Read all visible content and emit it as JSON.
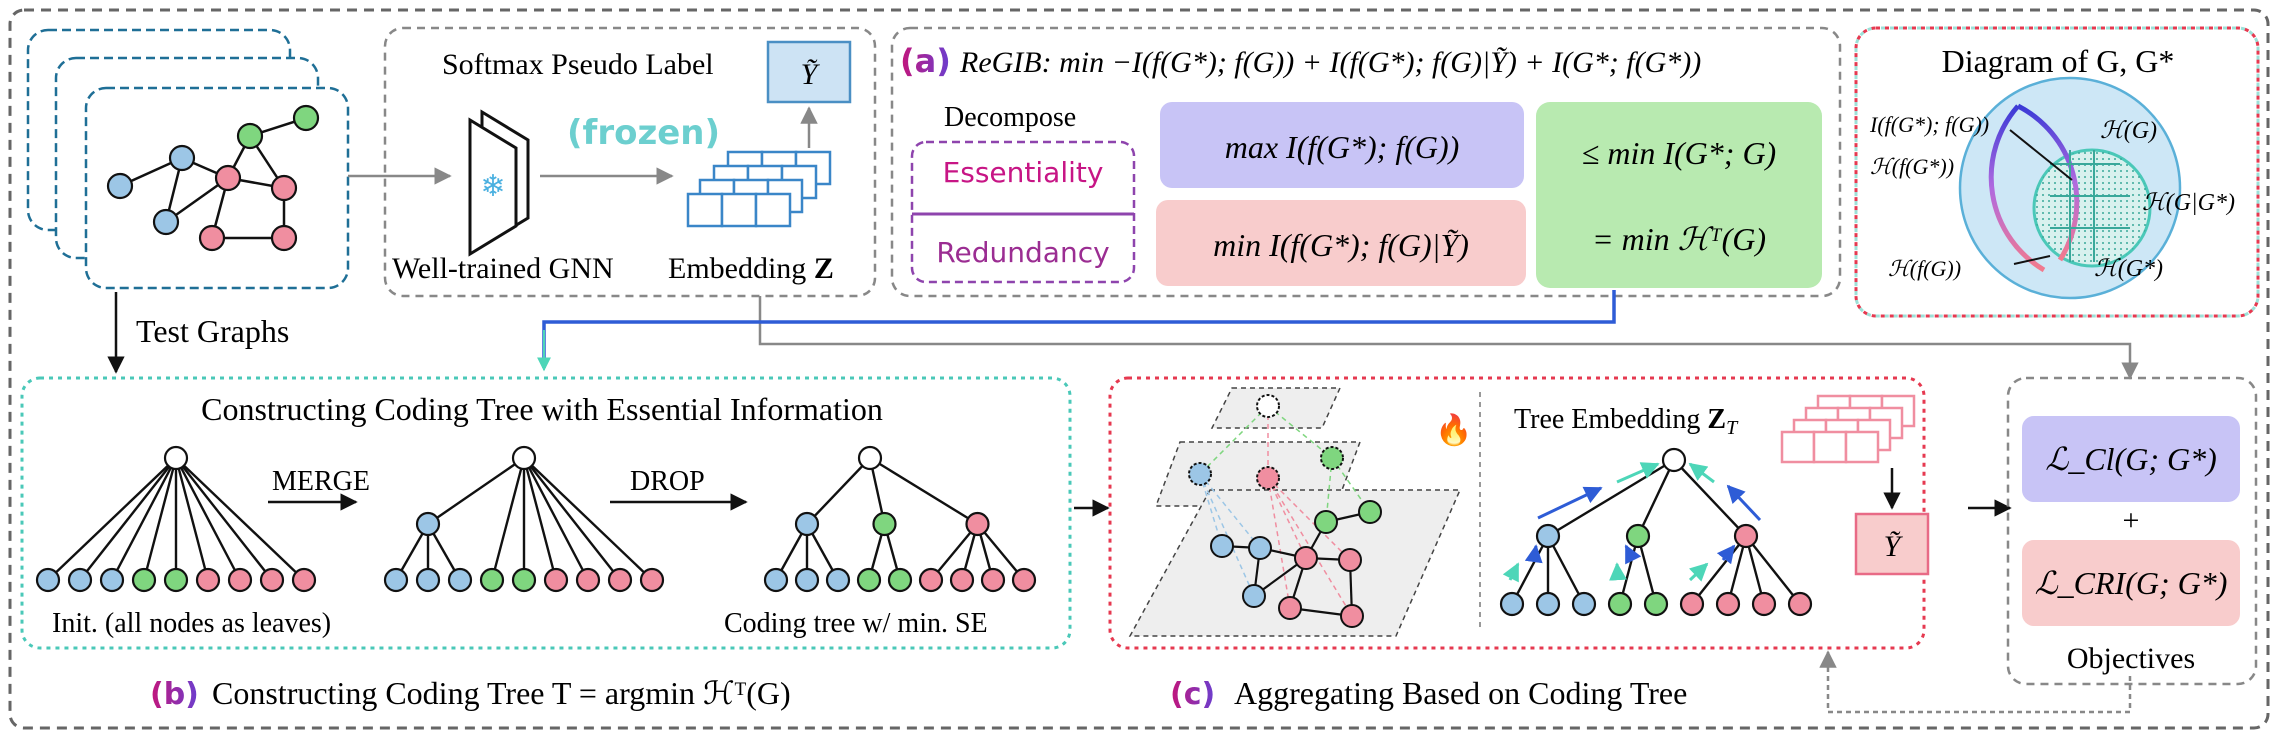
{
  "colors": {
    "teal": "#4ac8b8",
    "blue_node": "#9cc6e6",
    "green_node": "#7fd67f",
    "pink_node": "#f08ea0",
    "violet": "#c8c4f6",
    "pink_fill": "#f8cccc",
    "green_fill": "#b8eab0",
    "purple_dash": "#8e44ad",
    "red_dash": "#e63950",
    "arrow_blue": "#2e5cd6",
    "arrow_teal": "#4dd6b8",
    "grey": "#888888",
    "frozen": "#6ccfcf",
    "frame_dark": "#1f6f96",
    "box_blue": "#cde3f4"
  },
  "test_graphs": {
    "label": "Test Graphs"
  },
  "frozen_panel": {
    "title": "Softmax Pseudo Label",
    "frozen_label": "(frozen)",
    "gnn_label": "Well-trained GNN",
    "embedding_label": "Embedding ",
    "embedding_symbol": "Z",
    "y_label": "Ỹ",
    "snowflake": "❄"
  },
  "panel_a": {
    "tag": "(a)",
    "objective": "ReGIB: min −I(f(G*); f(G)) + I(f(G*); f(G)|Ỹ) + I(G*; f(G*))",
    "decompose": "Decompose",
    "essentiality": "Essentiality",
    "redundancy": "Redundancy",
    "max_term": "max I(f(G*); f(G))",
    "min_term": "min I(f(G*); f(G)|Ỹ)",
    "le_term": "≤ min I(G*; G)",
    "eq_term": "= min ℋᵀ(G)"
  },
  "venn": {
    "title": "Diagram of G, G*",
    "l1": "I(f(G*); f(G))",
    "l2": "ℋ(f(G*))",
    "l3": "ℋ(f(G))",
    "l4": "ℋ(G)",
    "l5": "ℋ(G|G*)",
    "l6": "ℋ(G*)"
  },
  "panel_b": {
    "title": "Constructing Coding Tree with Essential Information",
    "merge": "MERGE",
    "drop": "DROP",
    "init_label": "Init. (all nodes as leaves)",
    "final_label": "Coding tree w/ min. SE",
    "tag": "(b)",
    "caption": "Constructing Coding Tree T = argmin ℋᵀ(G)",
    "leaves": [
      "#9cc6e6",
      "#9cc6e6",
      "#9cc6e6",
      "#7fd67f",
      "#7fd67f",
      "#f08ea0",
      "#f08ea0",
      "#f08ea0",
      "#f08ea0"
    ]
  },
  "panel_c": {
    "tree_embedding": "Tree Embedding ",
    "tree_symbol": "Z",
    "tree_sub": "T",
    "y_label": "Ỹ",
    "flame": "🔥",
    "tag": "(c)",
    "caption": "Aggregating Based on Coding Tree",
    "leaves": [
      "#9cc6e6",
      "#9cc6e6",
      "#9cc6e6",
      "#7fd67f",
      "#7fd67f",
      "#f08ea0",
      "#f08ea0",
      "#f08ea0",
      "#f08ea0"
    ]
  },
  "objectives": {
    "cl": "ℒ_Cl(G; G*)",
    "plus": "+",
    "cri": "ℒ_CRI(G; G*)",
    "label": "Objectives"
  }
}
